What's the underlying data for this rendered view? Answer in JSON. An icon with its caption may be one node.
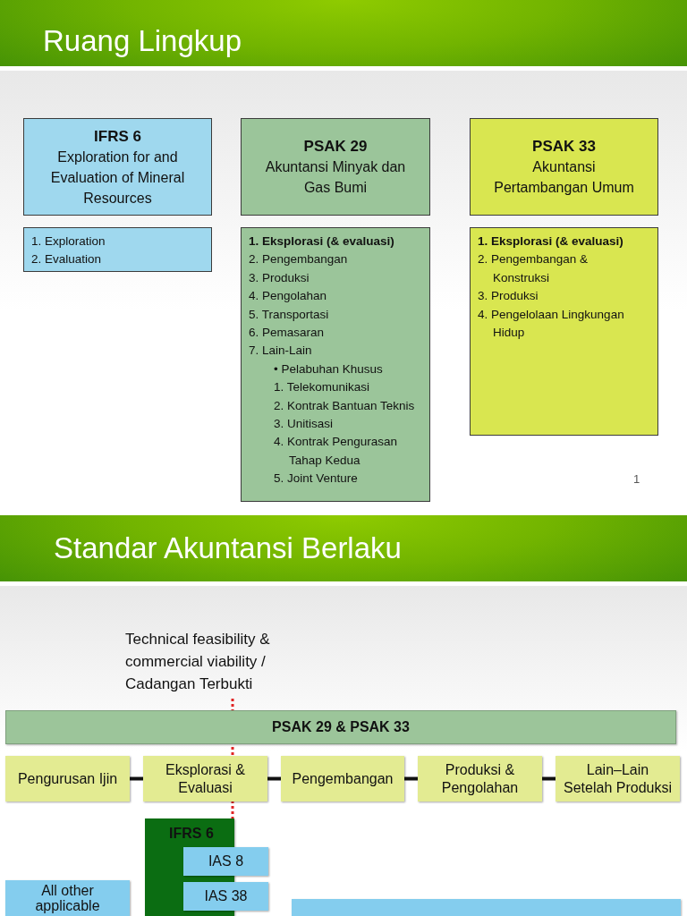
{
  "diagram": {
    "nodes": [
      {
        "text": [
          "Ruang Lingkup"
        ]
      },
      {
        "text": [
          "IFRS 6",
          "Exploration for and Evaluation of Mineral Resources"
        ]
      },
      {
        "text": [
          "1. Exploration",
          "2. Evaluation"
        ]
      },
      {
        "text": [
          "PSAK 29",
          "Akuntansi Minyak dan Gas Bumi"
        ]
      },
      {
        "text": [
          "1. Eksplorasi (& evaluasi)",
          "2. Pengembangan",
          "3. Produksi",
          "4. Pengolahan",
          "5. Transportasi",
          "6. Pemasaran",
          "7. Lain-Lain",
          "• Pelabuhan Khusus",
          "1. Telekomunikasi",
          "2. Kontrak Bantuan Teknis",
          "3. Unitisasi",
          "4. Kontrak Pengurasan Tahap Kedua",
          "5. Joint Venture"
        ]
      },
      {
        "text": [
          "PSAK 33",
          "Akuntansi Pertambangan Umum"
        ]
      },
      {
        "text": [
          "1. Eksplorasi (& evaluasi)",
          "2. Pengembangan & Konstruksi",
          "3. Produksi",
          "4. Pengelolaan Lingkungan Hidup"
        ]
      },
      {
        "text": [
          "Standar Akuntansi Berlaku"
        ]
      },
      {
        "text": [
          "PSAK 29 & PSAK 33"
        ]
      },
      {
        "text": [
          "Pengurusan Ijin"
        ]
      },
      {
        "text": [
          "Eksplorasi & Evaluasi"
        ]
      },
      {
        "text": [
          "Pengembangan"
        ]
      },
      {
        "text": [
          "Produksi & Pengolahan"
        ]
      },
      {
        "text": [
          "Lain–Lain Setelah Produksi"
        ]
      },
      {
        "text": [
          "IFRS 6"
        ]
      },
      {
        "text": [
          "IAS 8"
        ]
      },
      {
        "text": [
          "IAS 38"
        ]
      },
      {
        "text": [
          "All other applicable"
        ]
      },
      {
        "text": [],
        "shape": "bar"
      }
    ],
    "edges": [
      {
        "from": 9,
        "to": 10,
        "arrow": "none"
      },
      {
        "from": 10,
        "to": 11,
        "arrow": "none"
      },
      {
        "from": 11,
        "to": 12,
        "arrow": "none"
      },
      {
        "from": 12,
        "to": 13,
        "arrow": "none"
      }
    ],
    "labels": [
      "1",
      "Technical feasibility & commercial viability / Cadangan Terbukti"
    ]
  }
}
